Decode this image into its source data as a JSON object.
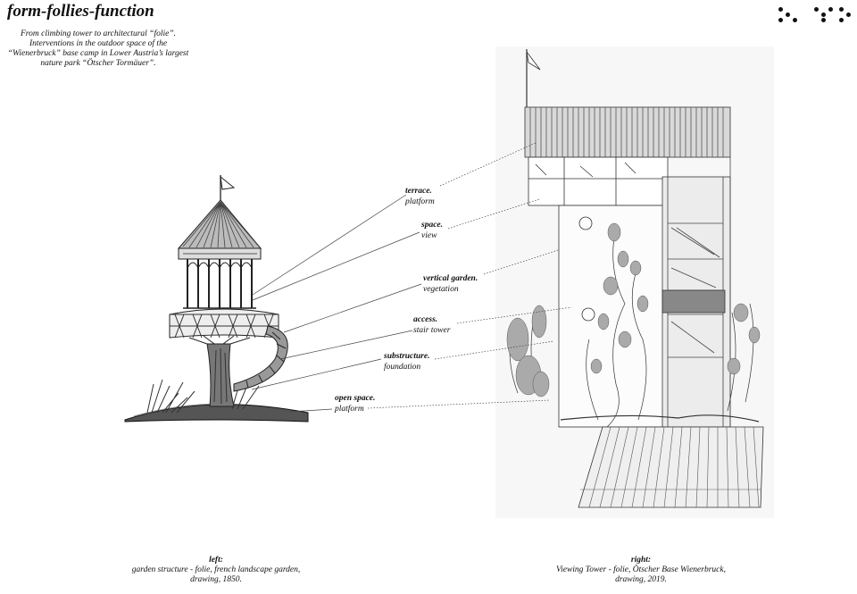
{
  "header": {
    "title": "form-follies-function",
    "intro": "From climbing tower to architectural “folie”. Interventions in the outdoor space of the “Wienerbruck” base camp in Lower Austria’s largest nature park “Ötscher Tormäuer”."
  },
  "labels": [
    {
      "bold": "terrace.",
      "sub": "platform"
    },
    {
      "bold": "space.",
      "sub": "view"
    },
    {
      "bold": "vertical garden.",
      "sub": "vegetation"
    },
    {
      "bold": "access.",
      "sub": "stair tower"
    },
    {
      "bold": "substructure.",
      "sub": "foundation"
    },
    {
      "bold": "open space.",
      "sub": "platform"
    }
  ],
  "captions": {
    "left": {
      "heading": "left",
      "text": "garden structure - folie, french landscape garden, drawing, 1850."
    },
    "right": {
      "heading": "right",
      "text": "Viewing Tower - folie, Ötscher Base Wienerbruck, drawing, 2019."
    }
  }
}
